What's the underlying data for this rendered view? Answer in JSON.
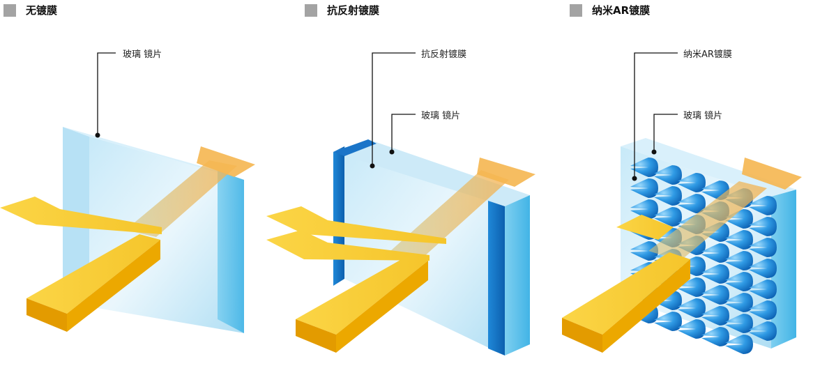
{
  "panels": [
    {
      "title": "无镀膜",
      "labels": [
        "玻璃 镜片"
      ]
    },
    {
      "title": "抗反射镀膜",
      "labels": [
        "抗反射镀膜",
        "玻璃 镜片"
      ]
    },
    {
      "title": "纳米AR镀膜",
      "labels": [
        "纳米AR镀膜",
        "玻璃 镜片"
      ]
    }
  ],
  "colors": {
    "title_square": "#a3a3a3",
    "glass": "#bfe4f7",
    "glass_edge": "#5cc0ea",
    "coating_blue": "#1f7fd1",
    "beam_yellow": "#f9d134",
    "beam_orange": "#eca800"
  }
}
